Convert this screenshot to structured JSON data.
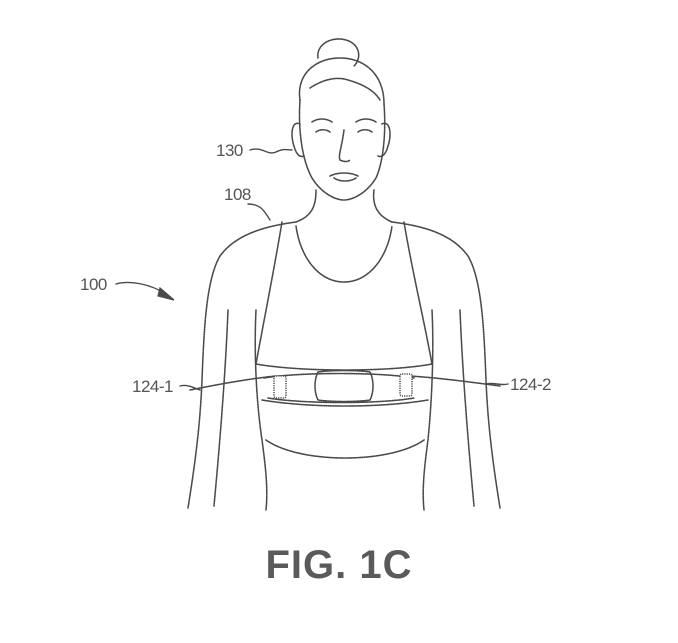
{
  "figure": {
    "caption": "FIG. 1C",
    "labels": {
      "system": "100",
      "garment": "108",
      "user": "130",
      "sensor_left": "124-1",
      "sensor_right": "124-2"
    }
  }
}
